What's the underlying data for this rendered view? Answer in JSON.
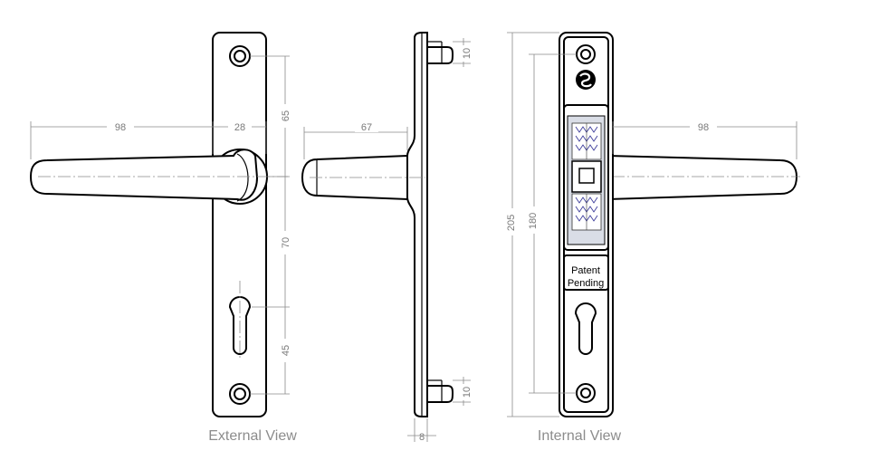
{
  "views": {
    "external": "External View",
    "internal": "Internal View"
  },
  "plate_label": {
    "line1": "Patent",
    "line2": "Pending"
  },
  "dimensions": {
    "external_lever_length": "98",
    "external_rose_width": "28",
    "external_top_to_lever": "65",
    "external_lever_to_cylinder": "70",
    "external_cylinder_to_screw": "45",
    "side_projection": "67",
    "side_top_pin": "10",
    "side_bottom_pin": "10",
    "side_thickness": "8",
    "internal_overall_height": "205",
    "internal_screw_centres": "180",
    "internal_lever_length": "98"
  },
  "colors": {
    "outline": "#000000",
    "dimension": "#8a8a8a",
    "label": "#8c8c8c",
    "spring": "#3b3b9a",
    "window": "#d9dde6"
  }
}
